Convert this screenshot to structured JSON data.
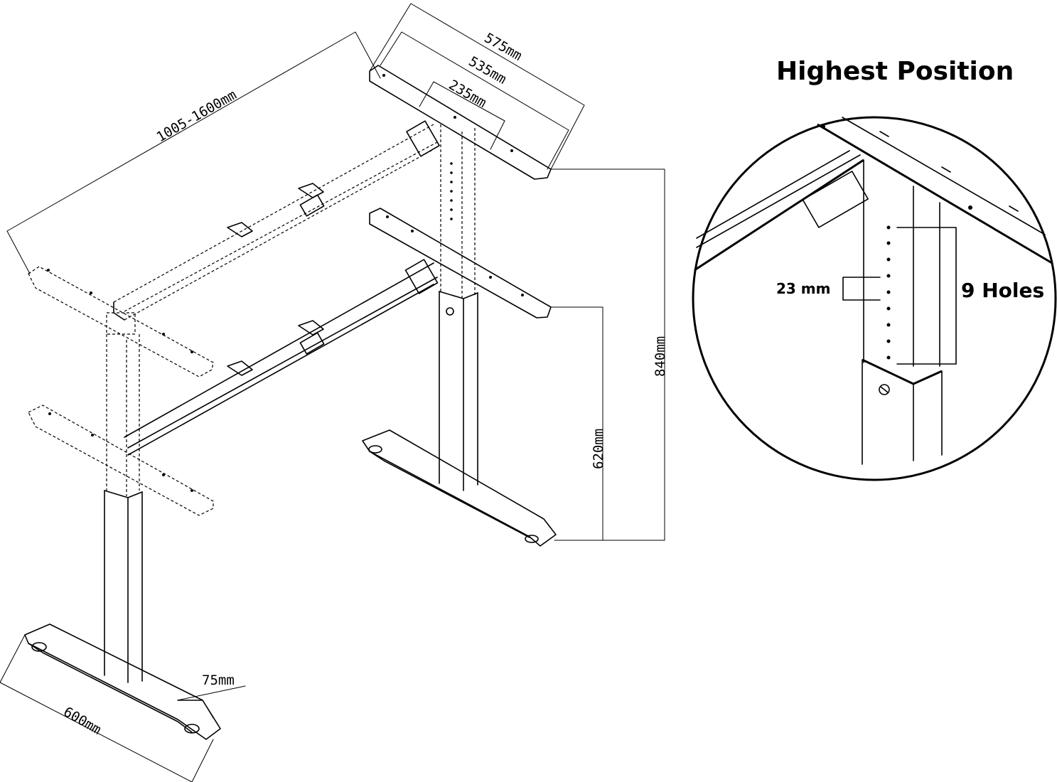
{
  "dimensions": {
    "frame_length": "1005-1600mm",
    "top_bracket_outer": "575mm",
    "top_bracket_mid": "535mm",
    "top_bracket_inner": "235mm",
    "max_height": "840mm",
    "min_height": "620mm",
    "foot_length": "600mm",
    "foot_width": "75mm"
  },
  "detail": {
    "title": "Highest Position",
    "holes_label": "9 Holes",
    "spacing_label": "23 mm"
  }
}
